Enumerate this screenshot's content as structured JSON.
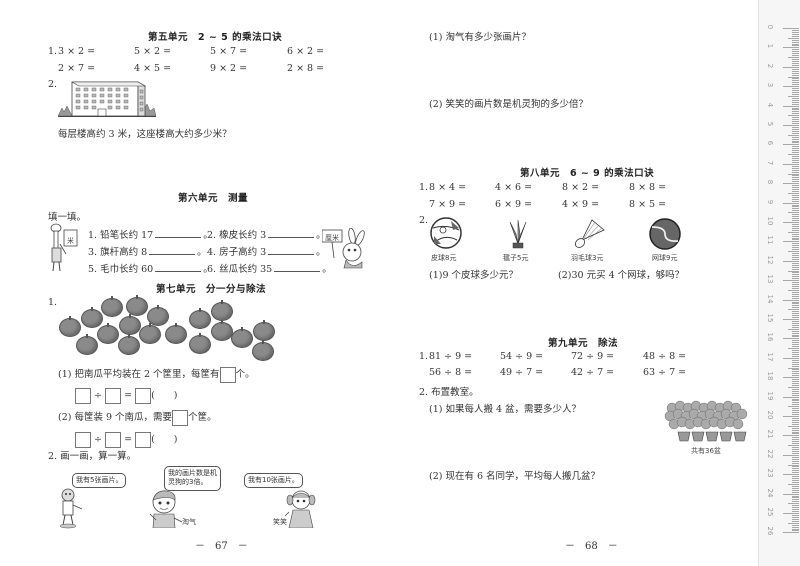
{
  "left_page": {
    "unit5": {
      "title": "第五单元　2 ~ 5 的乘法口诀",
      "q1_label": "1.",
      "q1_row1": [
        "3 × 2 =",
        "5 × 2 =",
        "5 × 7 =",
        "6 × 2 ="
      ],
      "q1_row2": [
        "2 × 7 =",
        "4 × 5 =",
        "9 × 2 =",
        "2 × 8 ="
      ],
      "q2_label": "2.",
      "q2_text": "每层楼高约 3 米，这座楼高大约多少米？"
    },
    "unit6": {
      "title": "第六单元　测量",
      "instruction": "填一填。",
      "items": [
        "1. 铅笔长约 17",
        "2. 橡皮长约 3",
        "3. 旗杆高约 8",
        "4. 房子高约 3",
        "5. 毛巾长约 60",
        "6. 丝瓜长约 35"
      ],
      "end_mark": "。",
      "sign_left": "米",
      "sign_right": "厘米"
    },
    "unit7": {
      "title": "第七单元　分一分与除法",
      "q1_label": "1.",
      "sub1_text_a": "(1) 把南瓜平均装在 2 个筐里，每筐有",
      "sub1_text_b": "个。",
      "sub2_text_a": "(2) 每筐装 9 个南瓜，需要",
      "sub2_text_b": "个筐。",
      "div_sign": "÷",
      "eq_sign": "=",
      "paren": "(　　)",
      "q2_label": "2. 画一画，算一算。",
      "bubble1": "我有5张画片。",
      "bubble2_line1": "我的画片数是机",
      "bubble2_line2": "灵狗的3倍。",
      "bubble3": "我有10张画片。",
      "name_taoqi": "淘气",
      "name_xiaoxiao": "笑笑"
    },
    "page_number": "－　67　－"
  },
  "right_page": {
    "unit7_cont": {
      "q1": "(1) 淘气有多少张画片？",
      "q2": "(2) 笑笑的画片数是机灵狗的多少倍？"
    },
    "unit8": {
      "title": "第八单元　6 ~ 9 的乘法口诀",
      "q1_label": "1.",
      "q1_row1": [
        "8 × 4 =",
        "4 × 6 =",
        "8 × 2 =",
        "8 × 8 ="
      ],
      "q1_row2": [
        "7 × 9 =",
        "6 × 9 =",
        "4 × 9 =",
        "8 × 5 ="
      ],
      "q2_label": "2.",
      "items": [
        "皮球8元",
        "毽子5元",
        "羽毛球3元",
        "网球9元"
      ],
      "sub1": "(1)9 个皮球多少元？",
      "sub2": "(2)30 元买 4 个网球，够吗？"
    },
    "unit9": {
      "title": "第九单元　除法",
      "q1_label": "1.",
      "q1_row1": [
        "81 ÷ 9 =",
        "54 ÷ 9 =",
        "72 ÷ 9 =",
        "48 ÷ 8 ="
      ],
      "q1_row2": [
        "56 ÷ 8 =",
        "49 ÷ 7 =",
        "42 ÷ 7 =",
        "63 ÷ 7 ="
      ],
      "q2_label": "2. 布置教室。",
      "sub1": "(1) 如果每人搬 4 盆，需要多少人？",
      "flower_caption": "共有36盆",
      "sub2": "(2) 现在有 6 名同学，平均每人搬几盆？"
    },
    "page_number": "－　68　－"
  },
  "ruler": {
    "labels": [
      "0",
      "1",
      "2",
      "3",
      "4",
      "5",
      "6",
      "7",
      "8",
      "9",
      "10",
      "11",
      "12",
      "13",
      "14",
      "15",
      "16",
      "17",
      "18",
      "19",
      "20",
      "21",
      "22",
      "23",
      "24",
      "25",
      "26"
    ]
  }
}
